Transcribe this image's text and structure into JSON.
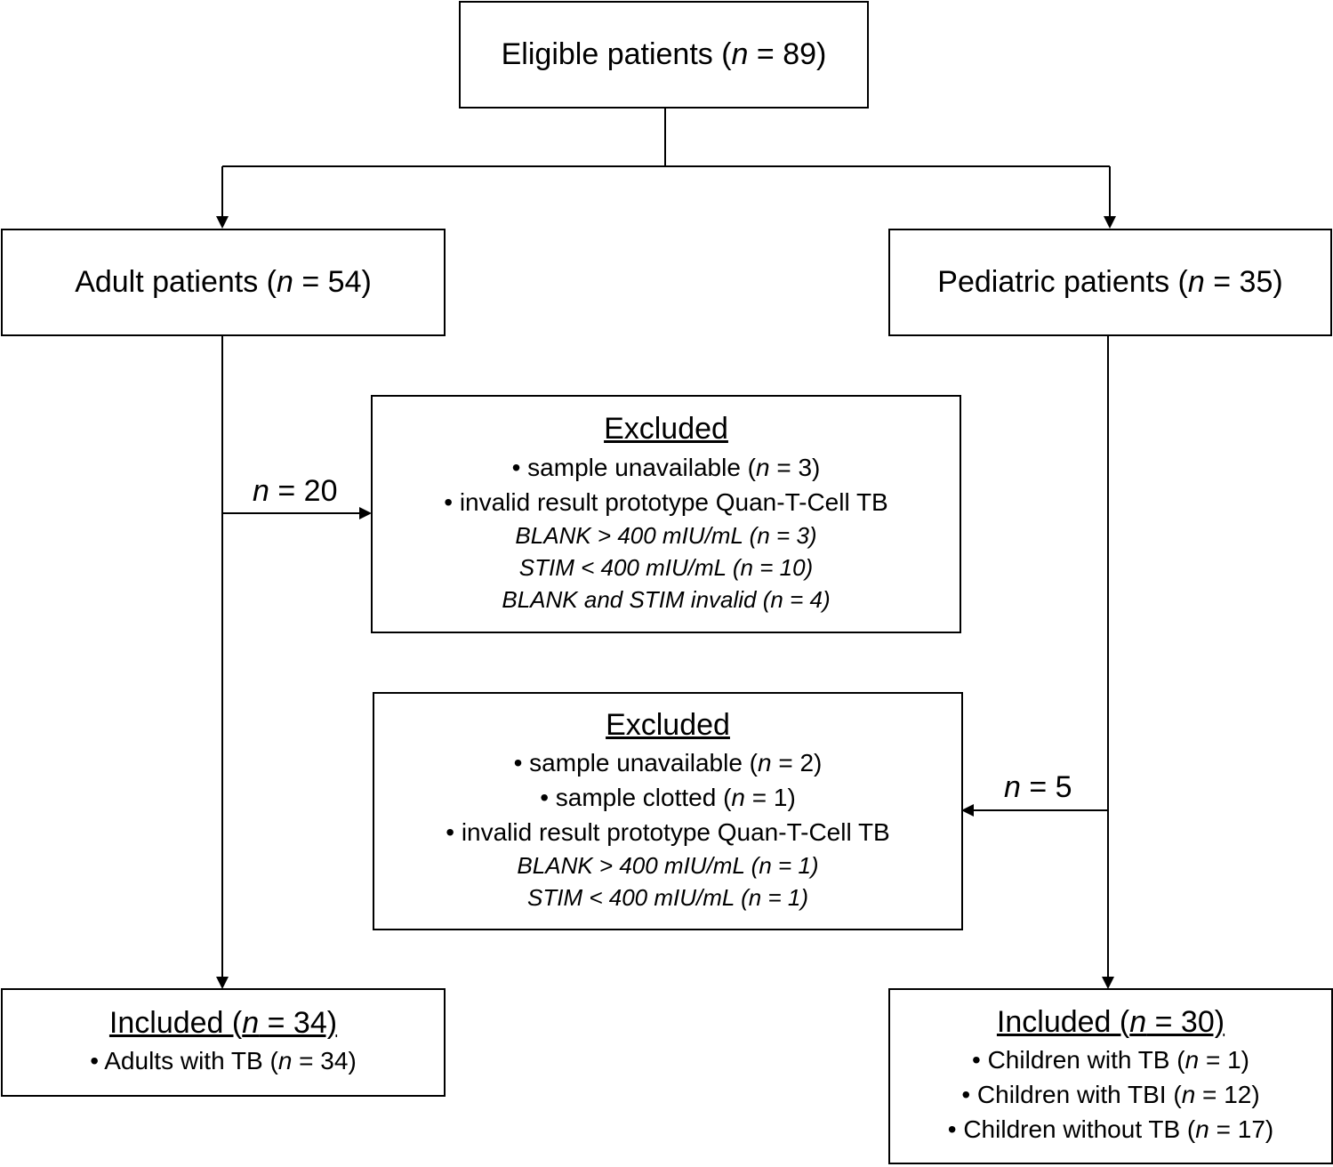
{
  "top": {
    "prefix": "Eligible patients (",
    "n": "n",
    "eq": " = 89)"
  },
  "adult": {
    "prefix": "Adult patients (",
    "n": "n",
    "eq": " = 54)"
  },
  "pediatric": {
    "prefix": "Pediatric patients (",
    "n": "n",
    "eq": " = 35)"
  },
  "adult_exclusion_count": {
    "n": "n",
    "eq": " = 20"
  },
  "pediatric_exclusion_count": {
    "n": "n",
    "eq": " = 5"
  },
  "excluded_adult": {
    "heading": "Excluded",
    "items": [
      {
        "a": "• sample unavailable (",
        "n": "n",
        "b": " = 3)"
      },
      {
        "text": "• invalid result prototype Quan-T-Cell TB"
      },
      {
        "a": "BLANK > 400 mIU/mL (",
        "n": "n",
        "b": " = 3)"
      },
      {
        "a": "STIM < 400 mIU/mL (",
        "n": "n",
        "b": " = 10)"
      },
      {
        "a": "BLANK and STIM invalid (",
        "n": "n",
        "b": " = 4)"
      }
    ]
  },
  "excluded_pediatric": {
    "heading": "Excluded",
    "items": [
      {
        "a": "• sample unavailable (",
        "n": "n",
        "b": " = 2)"
      },
      {
        "a": "• sample clotted (",
        "n": "n",
        "b": " = 1)"
      },
      {
        "text": "• invalid result prototype Quan-T-Cell TB"
      },
      {
        "a": "BLANK > 400 mIU/mL (",
        "n": "n",
        "b": " = 1)"
      },
      {
        "a": "STIM < 400 mIU/mL (",
        "n": "n",
        "b": " = 1)"
      }
    ]
  },
  "included_adult": {
    "heading": {
      "a": "Included (",
      "n": "n",
      "b": " = 34)"
    },
    "items": [
      {
        "a": "• Adults with TB (",
        "n": "n",
        "b": " = 34)"
      }
    ]
  },
  "included_pediatric": {
    "heading": {
      "a": "Included (",
      "n": "n",
      "b": " = 30)"
    },
    "items": [
      {
        "a": "• Children with TB (",
        "n": "n",
        "b": " = 1)"
      },
      {
        "a": "• Children with TBI (",
        "n": "n",
        "b": " = 12)"
      },
      {
        "a": "• Children without TB (",
        "n": "n",
        "b": " = 17)"
      }
    ]
  }
}
